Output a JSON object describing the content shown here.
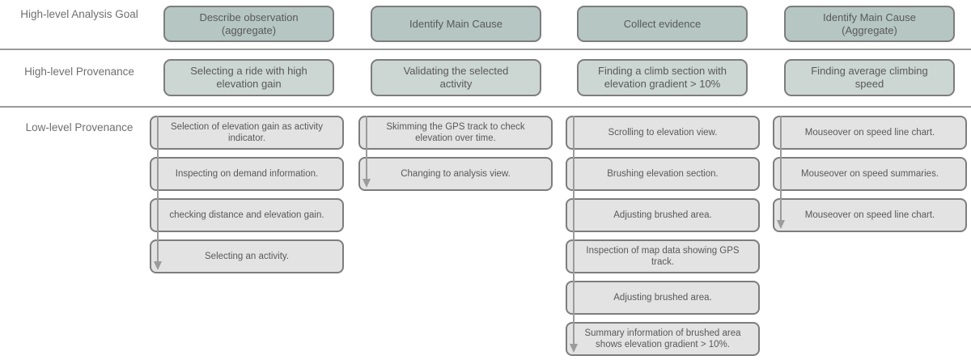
{
  "diagram": {
    "row_labels": {
      "analysis_goal": "High-level Analysis Goal",
      "high_provenance": "High-level Provenance",
      "low_provenance": "Low-level Provenance"
    },
    "columns": [
      {
        "goal": "Describe observation (aggregate)",
        "high_provenance": "Selecting a ride with high elevation gain",
        "low_provenance": [
          "Selection of elevation gain as activity indicator.",
          "Inspecting on demand information.",
          "checking distance and elevation gain.",
          "Selecting an activity."
        ]
      },
      {
        "goal": "Identify Main Cause",
        "high_provenance": "Validating the selected activity",
        "low_provenance": [
          "Skimming the GPS track to check elevation over time.",
          "Changing to analysis view."
        ]
      },
      {
        "goal": "Collect evidence",
        "high_provenance": "Finding a climb section with elevation gradient > 10%",
        "low_provenance": [
          "Scrolling to elevation view.",
          "Brushing elevation section.",
          "Adjusting brushed area.",
          "Inspection of map data showing GPS track.",
          "Adjusting brushed area.",
          "Summary information of brushed area shows elevation gradient > 10%."
        ]
      },
      {
        "goal": "Identify Main Cause (Aggregate)",
        "high_provenance": "Finding average climbing speed",
        "low_provenance": [
          "Mouseover on speed line chart.",
          "Mouseover on speed summaries.",
          "Mouseover on speed line chart."
        ]
      }
    ],
    "colors": {
      "goal_box_fill": "#b5c6c3",
      "high_provenance_fill": "#ccd6d3",
      "low_provenance_fill": "#e3e3e3",
      "box_border": "#7d7d7d",
      "separator_line": "#9a9a9a",
      "arrow": "#9b9b9b",
      "box_text": "#595959",
      "label_text": "#6f6f6f"
    }
  }
}
